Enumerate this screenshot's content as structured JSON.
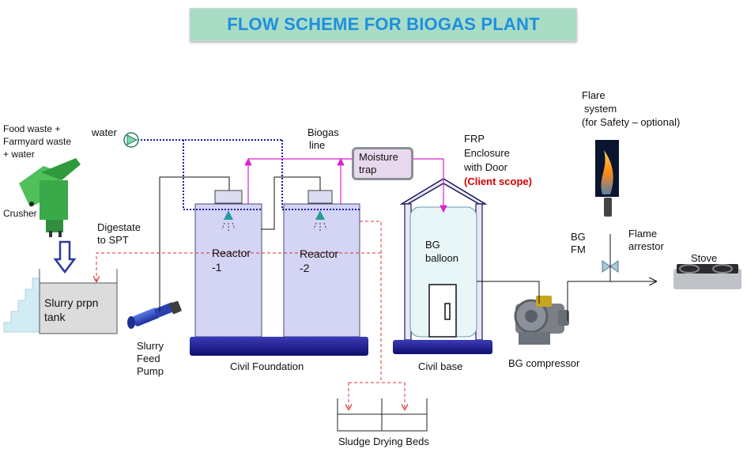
{
  "title": "FLOW SCHEME FOR BIOGAS PLANT",
  "labels": {
    "feed": [
      "Food waste +",
      "Farmyard waste",
      "+ water"
    ],
    "crusher": "Crusher",
    "water": "water",
    "digestate": [
      "Digestate",
      "to SPT"
    ],
    "slurry_tank": [
      "Slurry prpn",
      "tank"
    ],
    "slurry_pump": [
      "Slurry",
      "Feed",
      "Pump"
    ],
    "reactor1": [
      "Reactor",
      "-1"
    ],
    "reactor2": [
      "Reactor",
      "-2"
    ],
    "civil_foundation": "Civil Foundation",
    "biogas_line": [
      "Biogas",
      "line"
    ],
    "moisture_trap": [
      "Moisture",
      "trap"
    ],
    "frp": [
      "FRP",
      "Enclosure",
      "with Door"
    ],
    "client_scope": "(Client scope)",
    "bg_balloon": [
      "BG",
      "balloon"
    ],
    "civil_base": "Civil base",
    "bg_compressor": "BG compressor",
    "flare": [
      "Flare",
      "system",
      "(for Safety – optional)"
    ],
    "bg_fm": [
      "BG",
      "FM"
    ],
    "flame_arrestor": [
      "Flame",
      "arrestor"
    ],
    "stove": "Stove",
    "sludge_beds": "Sludge Drying Beds"
  },
  "colors": {
    "title_text": "#1e8fe0",
    "title_bg": "#a8dcc5",
    "water_line": "#1a1aa0",
    "biogas_line": "#e020d0",
    "digestate_line": "#e03030",
    "reactor_fill": "#d4d4f4",
    "foundation": "#1a1a8a",
    "balloon": "#e8f6f8",
    "crusher": "#3aa94a",
    "client_scope": "#d40000"
  }
}
